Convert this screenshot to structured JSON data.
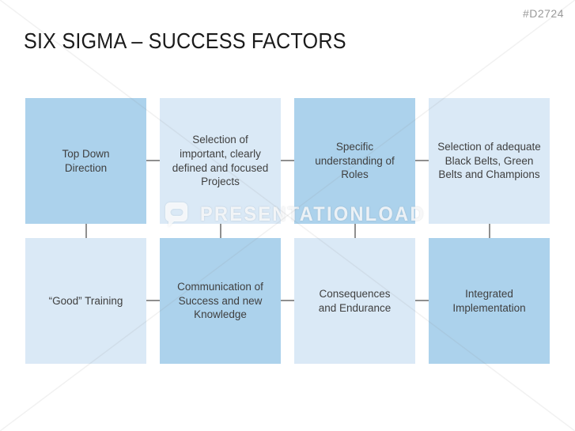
{
  "meta": {
    "template_id": "#D2724"
  },
  "title": "SIX SIGMA – SUCCESS FACTORS",
  "watermark": {
    "text": "PRESENTATIONLOAD",
    "logo_icon": "speech-bubble-p-icon"
  },
  "colors": {
    "box_dark": "#acd2ec",
    "box_light": "#dae9f6",
    "connector": "#8f8f8f",
    "box_text": "#3f3f3f",
    "title": "#1b1b1b",
    "template_id": "#9a9a9a"
  },
  "boxes": [
    {
      "label": "Top Down Direction",
      "tone": "dark"
    },
    {
      "label": "Selection of important, clearly defined and focused Projects",
      "tone": "light"
    },
    {
      "label": "Specific understanding of Roles",
      "tone": "dark"
    },
    {
      "label": "Selection of adequate Black Belts, Green Belts and Champions",
      "tone": "light"
    },
    {
      "label": "“Good” Training",
      "tone": "light"
    },
    {
      "label": "Communication of Success and new Knowledge",
      "tone": "dark"
    },
    {
      "label": "Consequences and Endurance",
      "tone": "light"
    },
    {
      "label": "Integrated Implementation",
      "tone": "dark"
    }
  ]
}
